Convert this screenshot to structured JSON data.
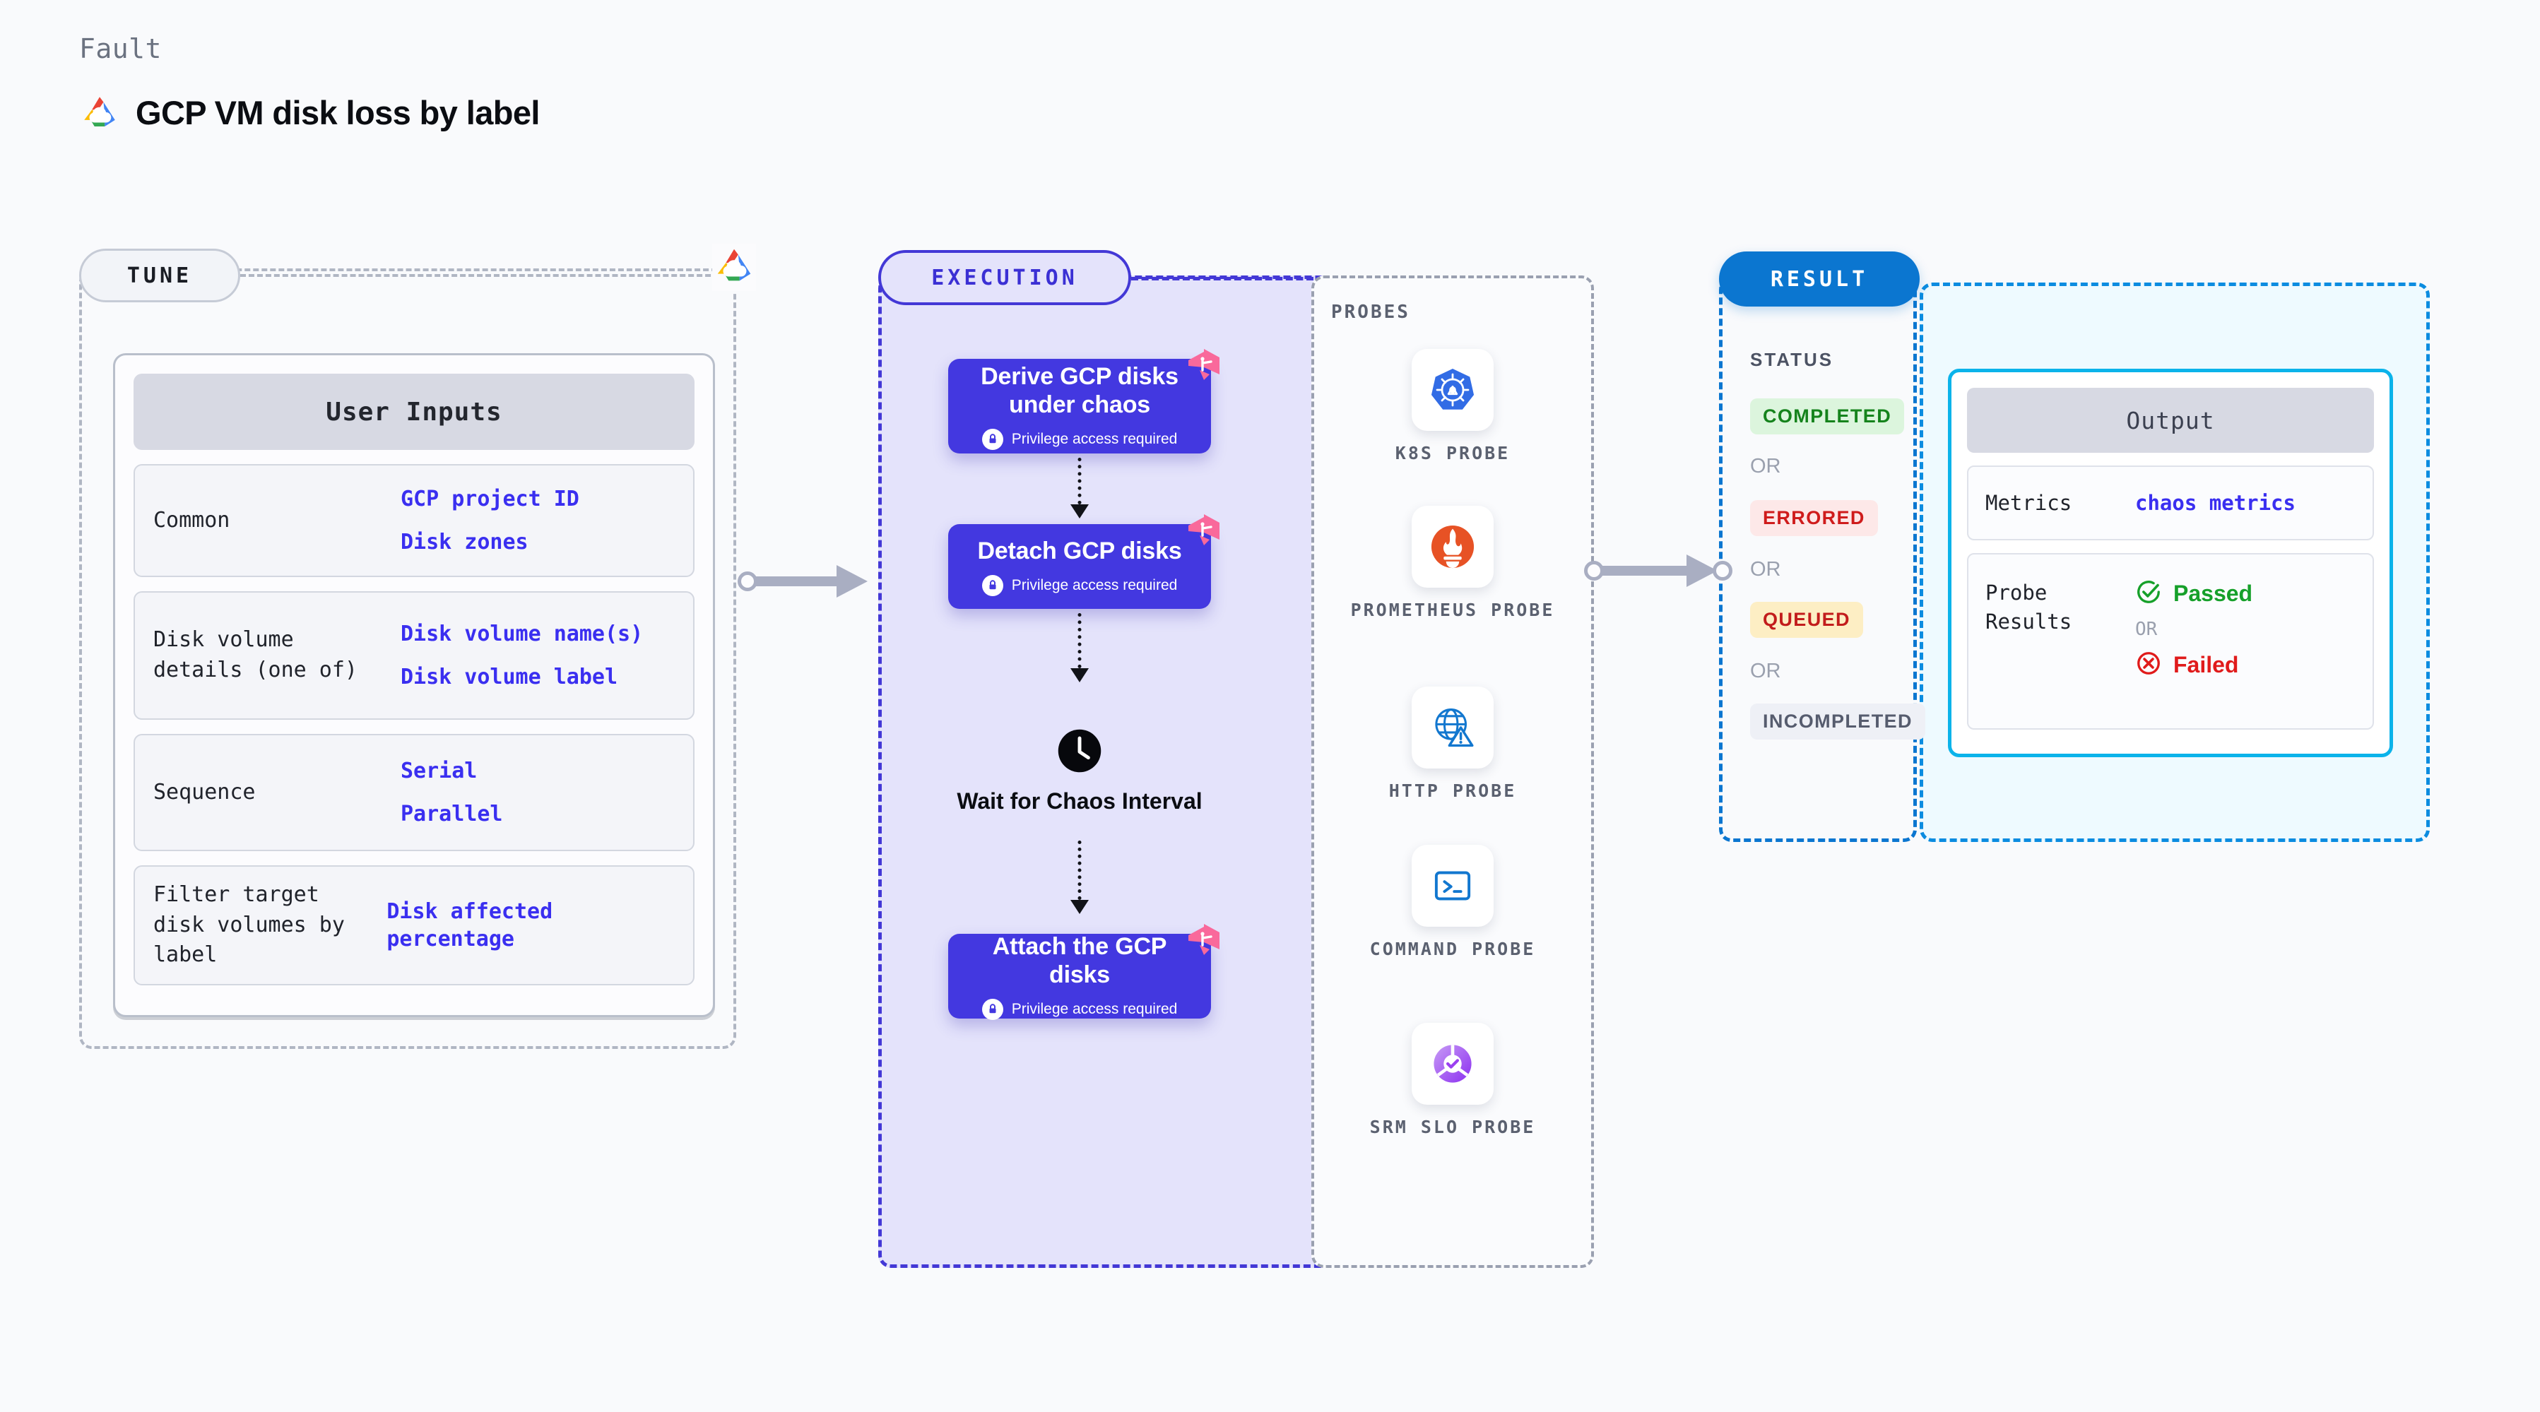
{
  "header": {
    "kicker": "Fault",
    "title": "GCP VM disk loss by label",
    "logo_icon": "gcp-logo-icon"
  },
  "tune": {
    "pill_label": "TUNE",
    "logo_icon": "gcp-logo-icon",
    "card_title": "User Inputs",
    "rows": [
      {
        "label": "Common",
        "values": [
          "GCP project ID",
          "Disk zones"
        ]
      },
      {
        "label": "Disk volume details (one of)",
        "values": [
          "Disk volume name(s)",
          "Disk volume label"
        ]
      },
      {
        "label": "Sequence",
        "values": [
          "Serial",
          "Parallel"
        ]
      },
      {
        "label": "Filter target disk volumes by label",
        "values": [
          "Disk affected percentage"
        ]
      }
    ]
  },
  "execution": {
    "pill_label": "EXECUTION",
    "privilege_note": "Privilege access required",
    "nodes": [
      {
        "title": "Derive GCP disks under chaos",
        "privileged": true,
        "badge_icon": "chaos-flag-icon"
      },
      {
        "title": "Detach GCP disks",
        "privileged": true,
        "badge_icon": "chaos-flag-icon"
      },
      {
        "title": "Attach the GCP disks",
        "privileged": true,
        "badge_icon": "chaos-flag-icon"
      }
    ],
    "wait": {
      "label": "Wait for Chaos Interval",
      "icon": "clock-icon"
    }
  },
  "probes": {
    "title": "PROBES",
    "items": [
      {
        "label": "K8S PROBE",
        "icon": "kubernetes-icon"
      },
      {
        "label": "PROMETHEUS PROBE",
        "icon": "prometheus-icon"
      },
      {
        "label": "HTTP PROBE",
        "icon": "http-globe-warning-icon"
      },
      {
        "label": "COMMAND PROBE",
        "icon": "terminal-icon"
      },
      {
        "label": "SRM SLO PROBE",
        "icon": "srm-slo-icon"
      }
    ]
  },
  "result": {
    "pill_label": "RESULT",
    "status_title": "STATUS",
    "or_label": "OR",
    "statuses": [
      {
        "label": "COMPLETED",
        "bg": "#dcf5dd",
        "fg": "#15831c"
      },
      {
        "label": "ERRORED",
        "bg": "#fde8e8",
        "fg": "#cf1c1c"
      },
      {
        "label": "QUEUED",
        "bg": "#fdeec4",
        "fg": "#c21c1c"
      },
      {
        "label": "INCOMPLETED",
        "bg": "#eef0f6",
        "fg": "#565c6e"
      }
    ],
    "output": {
      "title": "Output",
      "metrics_label": "Metrics",
      "metrics_value": "chaos metrics",
      "probe_results_label": "Probe Results",
      "passed_label": "Passed",
      "failed_label": "Failed",
      "or_label": "OR",
      "passed_icon": "check-circle-icon",
      "failed_icon": "x-circle-icon"
    }
  },
  "colors": {
    "accent_indigo": "#4338e0",
    "accent_blue": "#0b76d0",
    "accent_cyan": "#0bb3ea",
    "value_blue": "#3a2ff0",
    "pink_badge": "#f9699b"
  }
}
